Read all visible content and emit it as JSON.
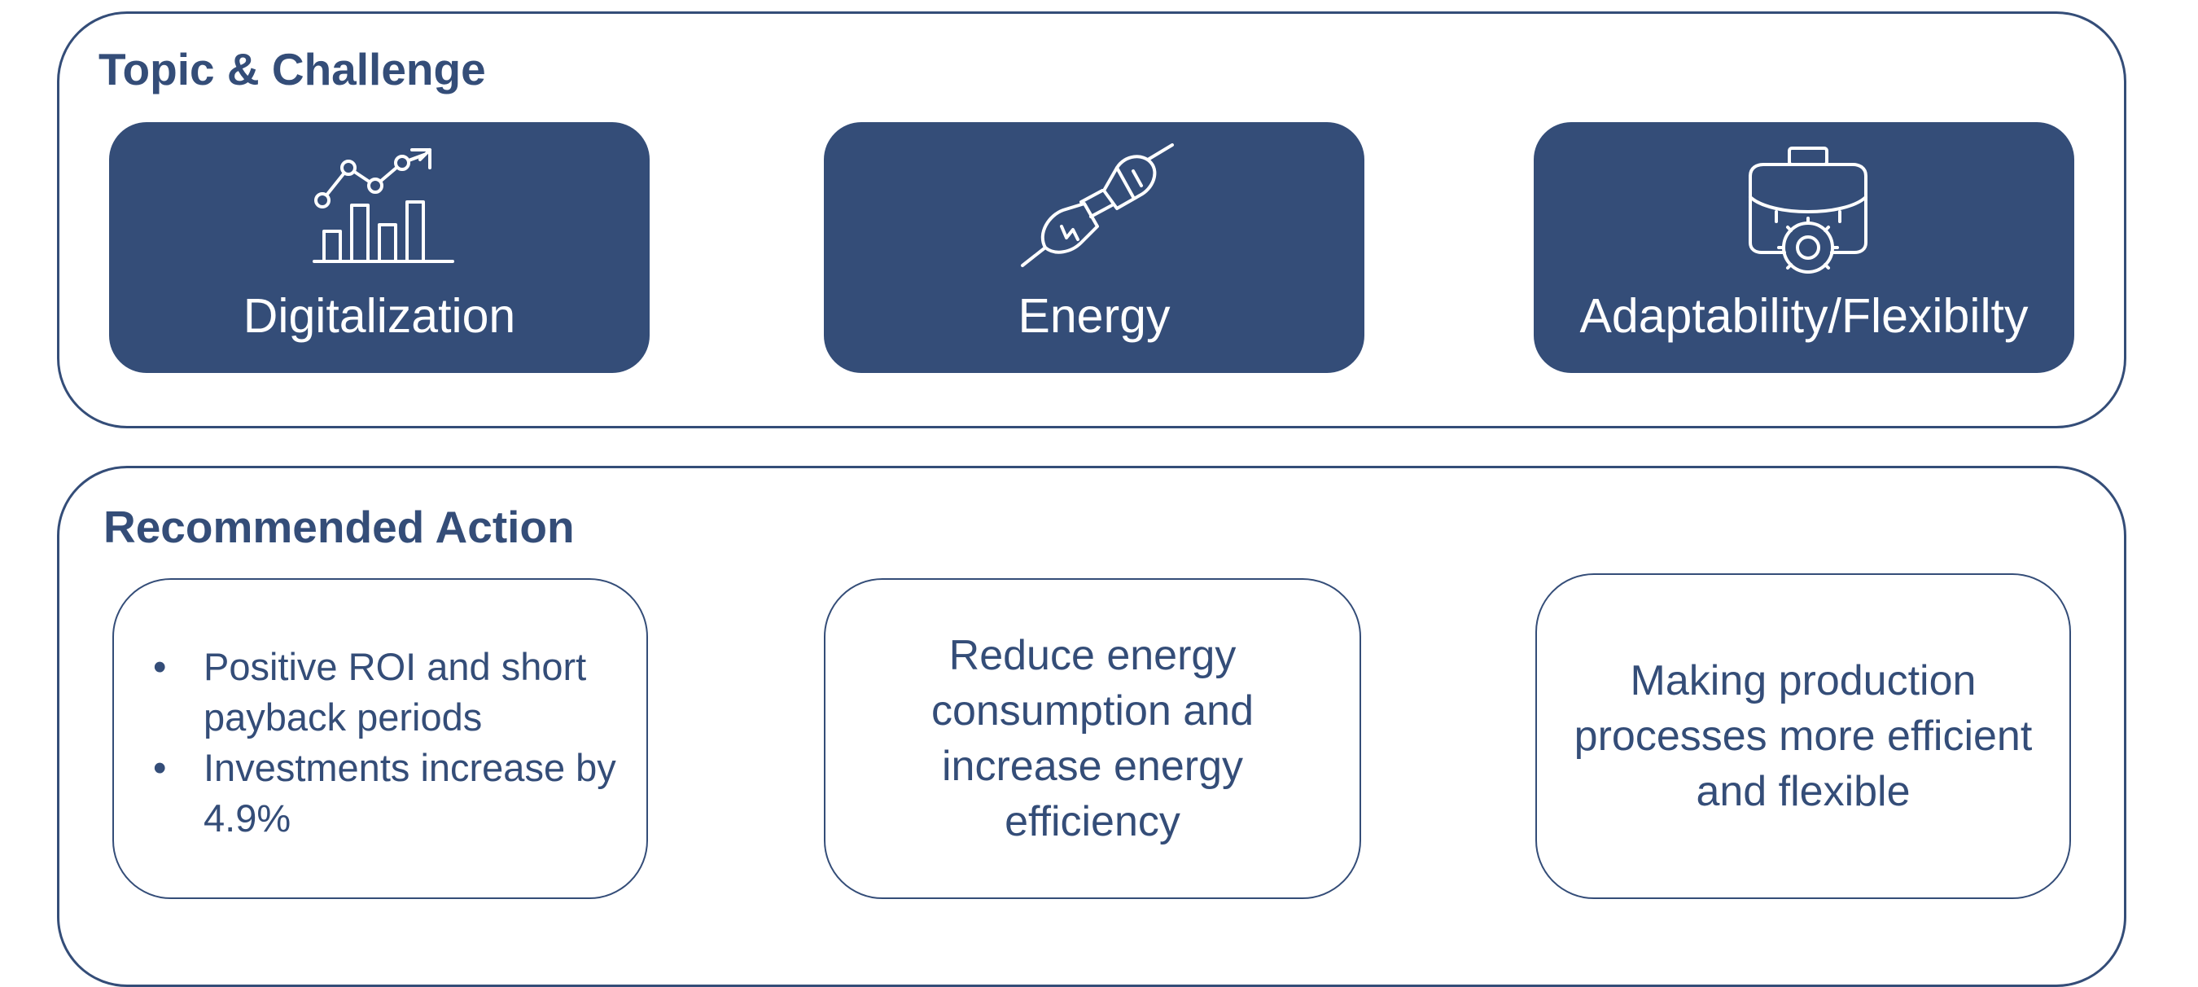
{
  "topic_panel": {
    "title": "Topic & Challenge",
    "cards": [
      {
        "label": "Digitalization",
        "icon": "growth-chart-icon"
      },
      {
        "label": "Energy",
        "icon": "electric-plug-icon"
      },
      {
        "label": "Adaptability/Flexibilty",
        "icon": "briefcase-gear-icon"
      }
    ]
  },
  "action_panel": {
    "title": "Recommended Action",
    "digitalization_bullets": [
      "Positive ROI and short payback periods",
      "Investments increase by 4.9%"
    ],
    "bullet_symbol": "•",
    "energy_text": "Reduce energy consumption and increase energy efficiency",
    "flexibility_text": "Making production processes more efficient and flexible"
  },
  "colors": {
    "navy": "#344d78",
    "white": "#ffffff"
  }
}
